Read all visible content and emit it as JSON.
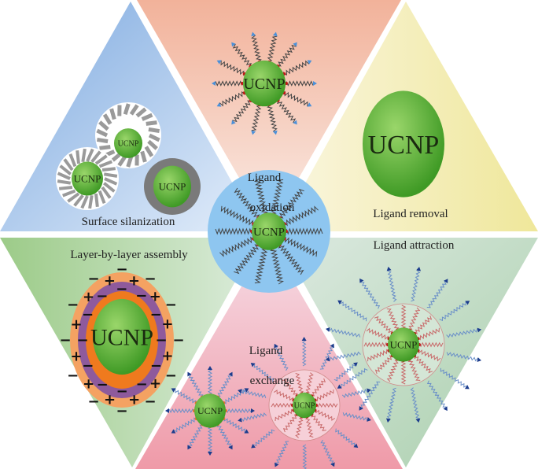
{
  "core_label": "UCNP",
  "sections": {
    "silanization": {
      "label": "Surface silanization",
      "color": "#8fb6e6"
    },
    "oxidation": {
      "label_line1": "Ligand",
      "label_line2": "oxidation",
      "color": "#f3b9a2"
    },
    "removal": {
      "label": "Ligand removal",
      "color": "#f2eca6"
    },
    "layer_by_layer": {
      "label": "Layer-by-layer assembly",
      "color": "#acd39e"
    },
    "exchange": {
      "label_line1": "Ligand",
      "label_line2": "exchange",
      "color": "#f2a8b6"
    },
    "attraction": {
      "label": "Ligand attraction",
      "color": "#b9d6bb"
    }
  },
  "charges": {
    "plus": "+",
    "minus": "−"
  },
  "colors": {
    "core": "#5fb33a",
    "center_disc": "#8ec6f0",
    "ligand_dark": "#444444",
    "ligand_red": "#c86a6a",
    "ligand_blue": "#6a8fc8",
    "arrow_blue": "#4a90d9",
    "dot_red": "#c01818"
  }
}
